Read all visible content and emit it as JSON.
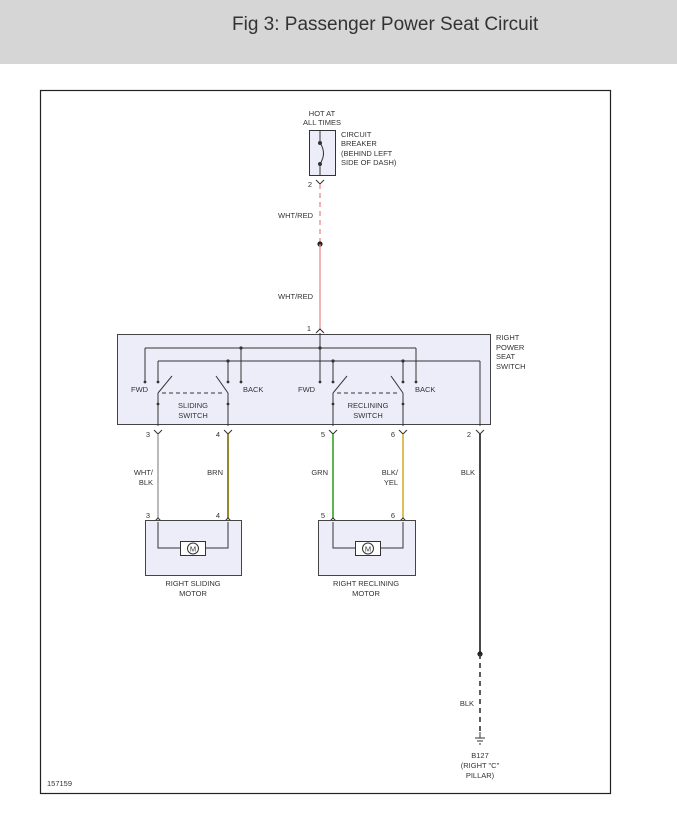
{
  "header": {
    "title": "Fig 3: Passenger Power Seat Circuit"
  },
  "diagram": {
    "figure_id": "157159",
    "power": {
      "line1": "HOT AT",
      "line2": "ALL TIMES"
    },
    "breaker": {
      "lines": [
        "CIRCUIT",
        "BREAKER",
        "(BEHIND LEFT",
        "SIDE OF DASH)"
      ],
      "pin": "2"
    },
    "wire_top": {
      "upper_label": "WHT/RED",
      "lower_label": "WHT/RED"
    },
    "switch": {
      "name_lines": [
        "RIGHT",
        "POWER",
        "SEAT",
        "SWITCH"
      ],
      "input_pin": "1",
      "sliding_lines": [
        "SLIDING",
        "SWITCH"
      ],
      "reclining_lines": [
        "RECLINING",
        "SWITCH"
      ],
      "fwd_label": "FWD",
      "back_label": "BACK",
      "pins": [
        "3",
        "4",
        "5",
        "6",
        "2"
      ]
    },
    "wires": {
      "w3": [
        "WHT/",
        "BLK"
      ],
      "w4": [
        "BRN"
      ],
      "w5": [
        "GRN"
      ],
      "w6": [
        "BLK/",
        "YEL"
      ],
      "w2": [
        "BLK"
      ],
      "ground_wire": [
        "BLK"
      ]
    },
    "sliding_motor": {
      "pins": [
        "3",
        "4"
      ],
      "symbol": "M",
      "name_lines": [
        "RIGHT SLIDING",
        "MOTOR"
      ]
    },
    "reclining_motor": {
      "pins": [
        "5",
        "6"
      ],
      "symbol": "M",
      "name_lines": [
        "RIGHT RECLINING",
        "MOTOR"
      ]
    },
    "ground": {
      "lines": [
        "B127",
        "(RIGHT \"C\"",
        "PILLAR)"
      ]
    },
    "colors": {
      "wht_red": "#e88a8a",
      "wht_blk": "#a8a8a8",
      "brn": "#8a7a16",
      "grn": "#49b03a",
      "blk_yel": "#d8b84a",
      "blk": "#333333",
      "box_fill": "#ededfa"
    }
  }
}
